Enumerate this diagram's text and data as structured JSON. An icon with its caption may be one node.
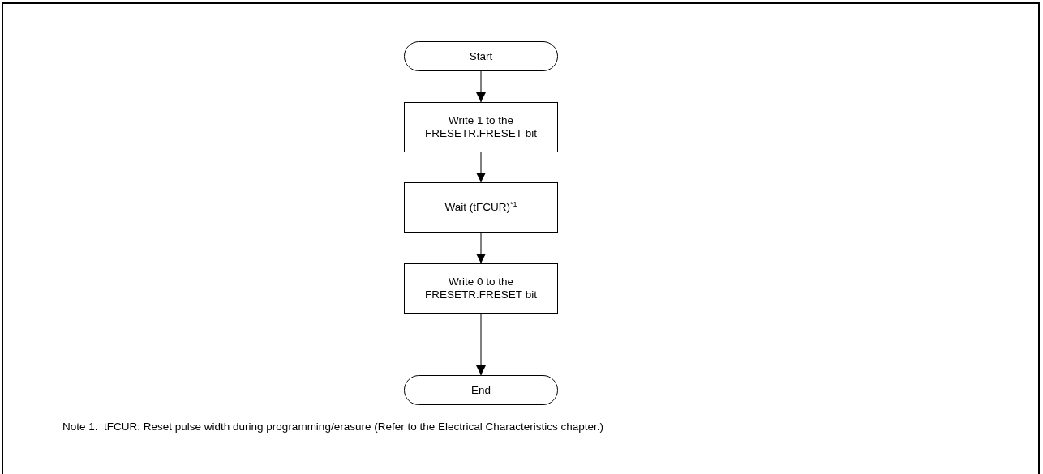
{
  "diagram": {
    "nodes": [
      {
        "text": [
          "Start"
        ]
      },
      {
        "text": [
          "Write 1 to the FRESETR.FRESET bit"
        ]
      },
      {
        "text": [
          "Wait (tFCUR)$^{*1}$"
        ]
      },
      {
        "text": [
          "Write 0 to the FRESETR.FRESET bit"
        ]
      },
      {
        "text": [
          "End"
        ]
      }
    ],
    "edges": [
      {
        "from": 0,
        "to": 1,
        "arrow": "to"
      },
      {
        "from": 1,
        "to": 2,
        "arrow": "to"
      },
      {
        "from": 2,
        "to": 3,
        "arrow": "to"
      },
      {
        "from": 3,
        "to": 4,
        "arrow": "to"
      }
    ],
    "labels": [
      "Note 1.  tFCUR: Reset pulse width during programming/erasure (Refer to the Electrical Characteristics chapter.)"
    ]
  }
}
